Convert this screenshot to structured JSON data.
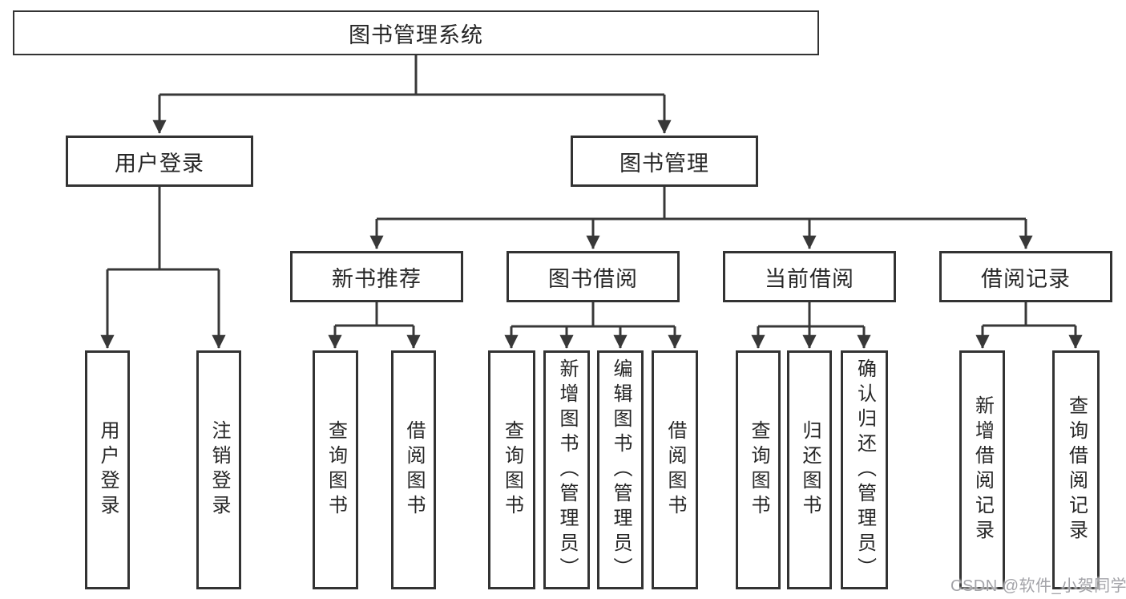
{
  "diagram_title": "图书管理系统",
  "tree": {
    "label": "图书管理系统",
    "children": [
      {
        "label": "用户登录",
        "children": [
          {
            "label": "用户登录"
          },
          {
            "label": "注销登录"
          }
        ]
      },
      {
        "label": "图书管理",
        "children": [
          {
            "label": "新书推荐",
            "children": [
              {
                "label": "查询图书"
              },
              {
                "label": "借阅图书"
              }
            ]
          },
          {
            "label": "图书借阅",
            "children": [
              {
                "label": "查询图书"
              },
              {
                "label": "新增图书（管理员）"
              },
              {
                "label": "编辑图书（管理员）"
              },
              {
                "label": "借阅图书"
              }
            ]
          },
          {
            "label": "当前借阅",
            "children": [
              {
                "label": "查询图书"
              },
              {
                "label": "归还图书"
              },
              {
                "label": "确认归还（管理员）"
              }
            ]
          },
          {
            "label": "借阅记录",
            "children": [
              {
                "label": "新增借阅记录"
              },
              {
                "label": "查询借阅记录"
              }
            ]
          }
        ]
      }
    ]
  },
  "watermark": "CSDN @软件_小贺同学",
  "colors": {
    "line": "#383838",
    "box_border": "#333333",
    "text": "#262626",
    "watermark": "#a3a3a8",
    "background": "#ffffff"
  }
}
